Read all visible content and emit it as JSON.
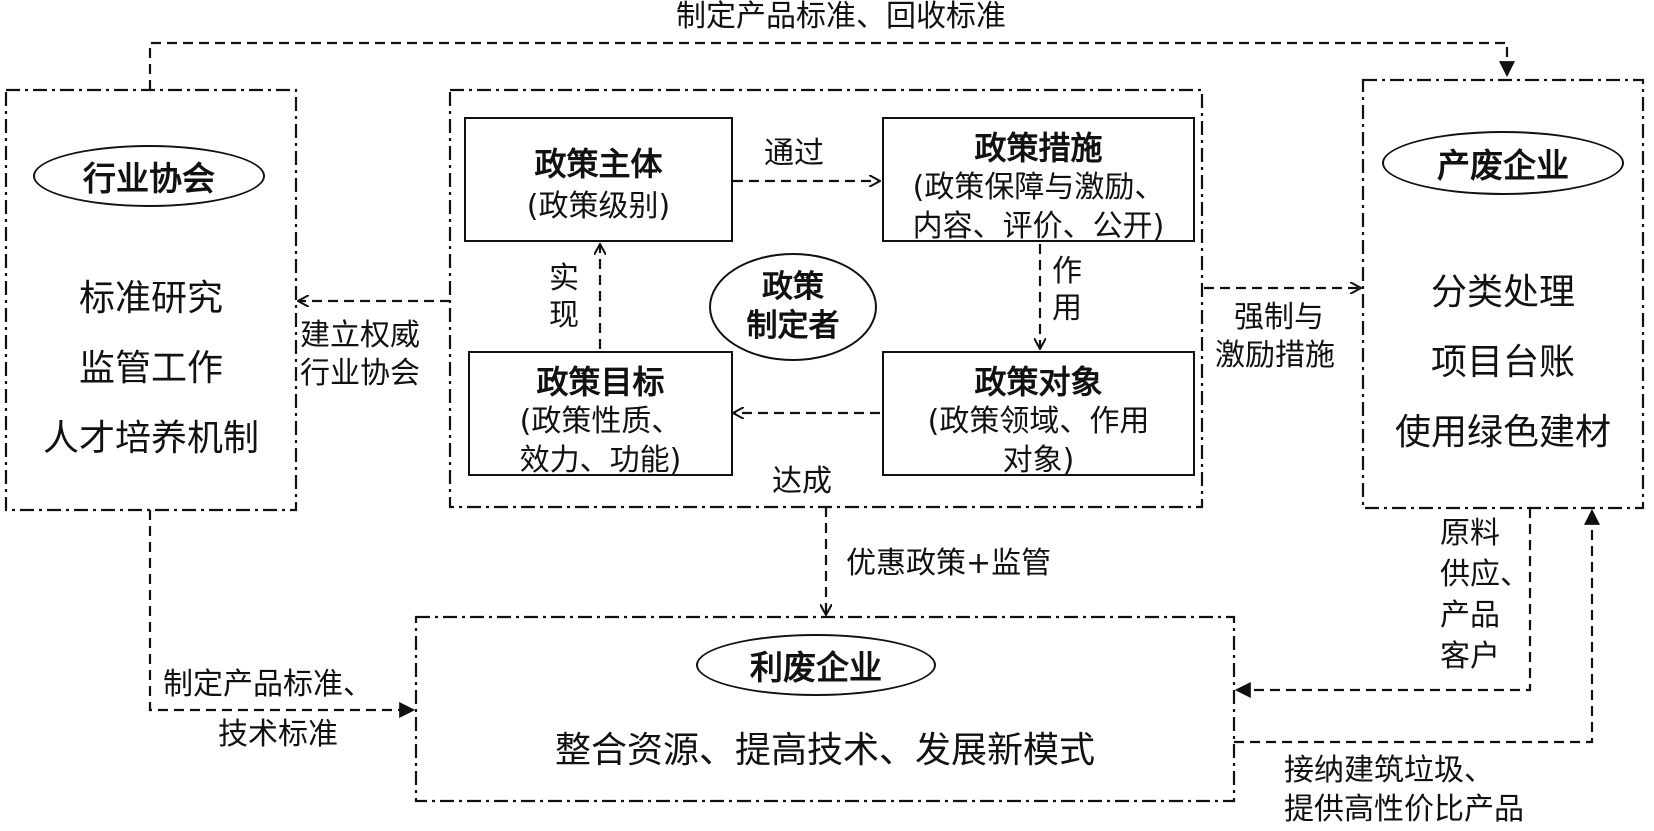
{
  "labels": {
    "top": "制定产品标准、回收标准",
    "tongguo": "通过",
    "shixian": [
      "实",
      "现"
    ],
    "zuoyong": [
      "作",
      "用"
    ],
    "dacheng": "达成",
    "jianli": [
      "建立权威",
      "行业协会"
    ],
    "qiangzhi": [
      "强制与",
      "激励措施"
    ],
    "youhui": "优惠政策+监管",
    "zhiding_jishu": [
      "制定产品标准、",
      "技术标准"
    ],
    "yuanliao": [
      "原料",
      "供应、",
      "产品",
      "客户"
    ],
    "jiena": [
      "接纳建筑垃圾、",
      "提供高性价比产品"
    ]
  },
  "industry_association": {
    "title": "行业协会",
    "items": [
      "标准研究",
      "监管工作",
      "人才培养机制"
    ]
  },
  "waste_producer": {
    "title": "产废企业",
    "items": [
      "分类处理",
      "项目台账",
      "使用绿色建材"
    ]
  },
  "waste_user": {
    "title": "利废企业",
    "desc": "整合资源、提高技术、发展新模式"
  },
  "policy": {
    "maker": [
      "政策",
      "制定者"
    ],
    "subject": {
      "title": "政策主体",
      "sub": [
        "(政策级别)"
      ]
    },
    "measures": {
      "title": "政策措施",
      "sub": [
        "(政策保障与激励、",
        "内容、评价、公开)"
      ]
    },
    "goal": {
      "title": "政策目标",
      "sub": [
        "(政策性质、",
        "效力、功能)"
      ]
    },
    "object": {
      "title": "政策对象",
      "sub": [
        "(政策领域、作用",
        "对象)"
      ]
    }
  }
}
